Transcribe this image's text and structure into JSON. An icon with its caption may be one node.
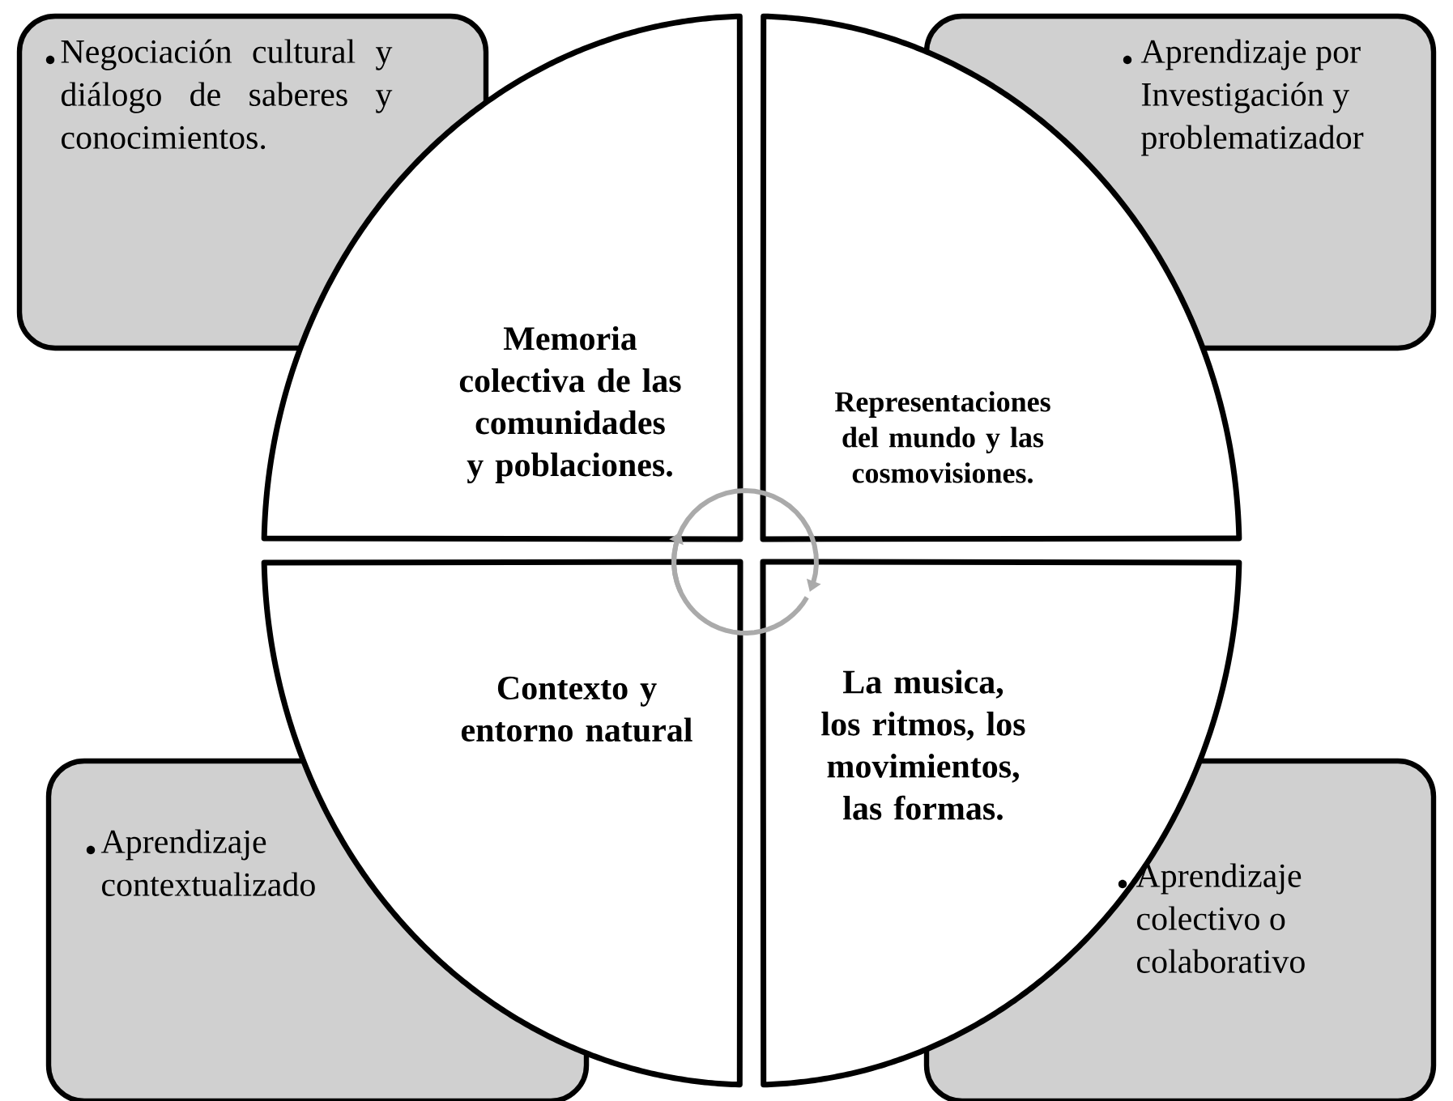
{
  "diagram": {
    "nodes": [
      {
        "text": [
          "Negociación cultural y diálogo de saberes y conocimientos."
        ]
      },
      {
        "text": [
          "Aprendizaje por Investigación y problematizador"
        ]
      },
      {
        "text": [
          "**Memoria colectiva de las comunidades y poblaciones**."
        ]
      },
      {
        "text": [
          "Representaciones del mundo y las cosmovisiones."
        ]
      },
      {
        "text": [
          "Contexto y entorno natural"
        ]
      },
      {
        "text": [
          "La musica, los ritmos, los movimientos, las formas."
        ]
      },
      {
        "text": [
          "Aprendizaje contextualizado"
        ]
      },
      {
        "text": [
          "Aprendizaje colectivo o colaborativo"
        ]
      }
    ]
  }
}
